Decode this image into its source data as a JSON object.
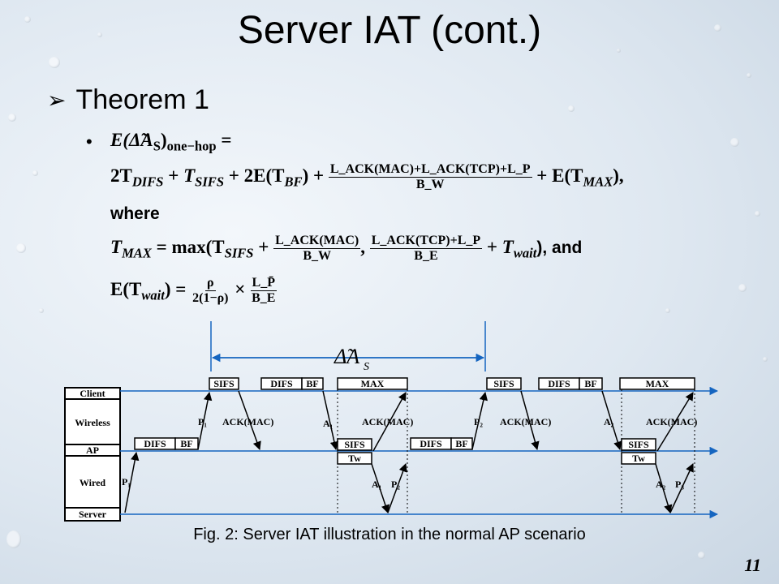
{
  "slide": {
    "title": "Server IAT (cont.)",
    "bullet": "Theorem 1",
    "math": {
      "lhs": "E(Δ̃A",
      "lhs_sub": "S",
      "lhs_sub2": "one−hop",
      "eq": "=",
      "line2_a": "2T",
      "sub_difs": "DIFS",
      "plus": "+",
      "t": "T",
      "sub_sifs": "SIFS",
      "two_e": "2E(T",
      "sub_bf": "BF",
      "frac1_num": "L_ACK(MAC)+L_ACK(TCP)+L_P",
      "frac1_den": "B_W",
      "e_tmax": "E(T",
      "sub_max": "MAX",
      "close_comma": "),",
      "where": "where",
      "tmax_eq": "= max(T",
      "frac2_num": "L_ACK(MAC)",
      "frac2_den": "B_W",
      "frac3_num": "L_ACK(TCP)+L_P",
      "frac3_den": "B_E",
      "sub_wait": "wait",
      "and": "), and",
      "ewait": "E(T",
      "ewait_eq": ") =",
      "rho": "ρ",
      "rho_den": "2(1−ρ)",
      "times": "×",
      "lp": "L_P̄",
      "be": "B_E"
    },
    "diagram": {
      "delta_label": "Δ̃A",
      "delta_sub": "S",
      "rows": [
        "Client",
        "Wireless",
        "AP",
        "Wired",
        "Server"
      ],
      "boxes": {
        "sifs": "SIFS",
        "difs": "DIFS",
        "bf": "BF",
        "max": "MAX",
        "tw": "Tw"
      },
      "labels": {
        "p1": "P₁",
        "p1b": "P₁",
        "p2": "P₂",
        "p2b": "P₂",
        "p3": "P₃",
        "a1": "A₁",
        "a1b": "A₁",
        "a2": "A₂",
        "a2b": "A₂",
        "ack": "ACK(MAC)"
      }
    },
    "caption": "Fig. 2: Server IAT illustration in the normal AP scenario",
    "page_number": "11"
  }
}
